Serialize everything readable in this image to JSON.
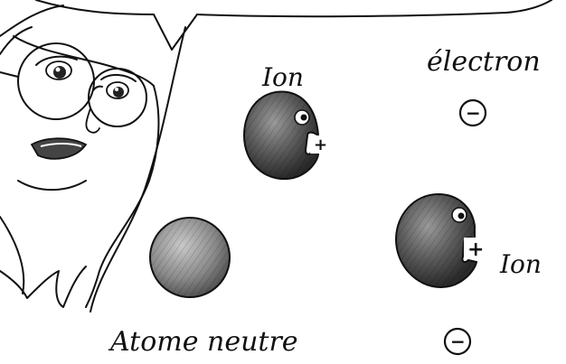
{
  "labels": {
    "ion_top": "Ion",
    "electron": "électron",
    "ion_right": "Ion",
    "neutral_atom": "Atome neutre"
  },
  "symbols": {
    "minus": "−",
    "plus": "+"
  },
  "colors": {
    "ink": "#111111",
    "sphere_dark": "#2b2b2b",
    "sphere_mid": "#6a6a6a",
    "sphere_light": "#b9b9b9",
    "paper": "#ffffff"
  }
}
